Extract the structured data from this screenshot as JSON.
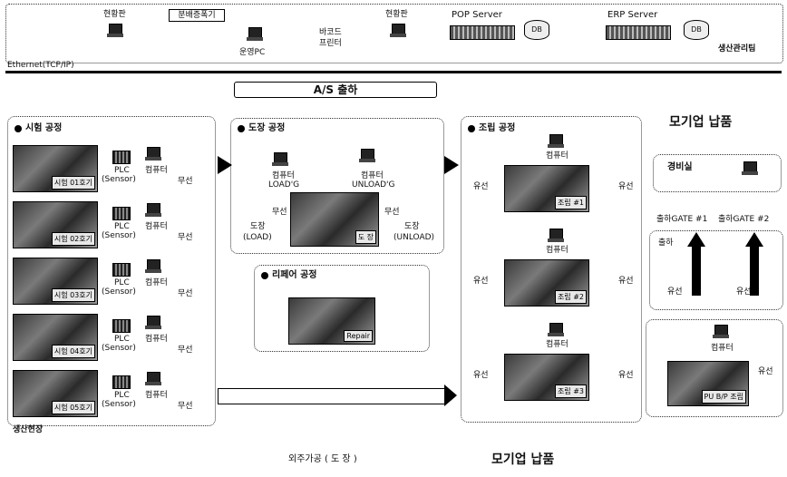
{
  "top": {
    "monitor_left": "현황판",
    "monitor_right": "현황판",
    "distributor": "분배증폭기",
    "operator_pc": "운영PC",
    "barcode": "바코드",
    "printer": "프린터",
    "pop_server": "POP Server",
    "erp_server": "ERP Server",
    "db1": "DB",
    "db2": "DB",
    "mgmt_team": "생산관리팀",
    "ethernet": "Ethernet(TCP/IP)"
  },
  "as_out": "A/S 출하",
  "test_shop": {
    "title": "시험 공정",
    "footer": "생산현장",
    "rows": [
      {
        "machine": "시험 01호기",
        "plc": "PLC",
        "sensor": "(Sensor)",
        "pc": "컴퓨터",
        "wireless": "무선"
      },
      {
        "machine": "시험 02호기",
        "plc": "PLC",
        "sensor": "(Sensor)",
        "pc": "컴퓨터",
        "wireless": "무선"
      },
      {
        "machine": "시험 03호기",
        "plc": "PLC",
        "sensor": "(Sensor)",
        "pc": "컴퓨터",
        "wireless": "무선"
      },
      {
        "machine": "시험 04호기",
        "plc": "PLC",
        "sensor": "(Sensor)",
        "pc": "컴퓨터",
        "wireless": "무선"
      },
      {
        "machine": "시험 05호기",
        "plc": "PLC",
        "sensor": "(Sensor)",
        "pc": "컴퓨터",
        "wireless": "무선"
      }
    ]
  },
  "paint_shop": {
    "title": "도장 공정",
    "pc_load": "컴퓨터",
    "pc_load_sub": "LOAD'G",
    "pc_unload": "컴퓨터",
    "pc_unload_sub": "UNLOAD'G",
    "wireless_l": "무선",
    "wireless_r": "무선",
    "load_label": "도장",
    "load_sub": "(LOAD)",
    "unload_label": "도장",
    "unload_sub": "(UNLOAD)",
    "photo_tag": "도 장"
  },
  "repair_shop": {
    "title": "리페어 공정",
    "photo_tag": "Repair"
  },
  "assembly_shop": {
    "title": "조립 공정",
    "pc": "컴퓨터",
    "wireless": "유선",
    "lines": [
      "조립 #1",
      "조립 #2",
      "조립 #3"
    ]
  },
  "oem": {
    "title": "모기업 납품",
    "guard": "경비실",
    "gate1": "출하GATE #1",
    "gate2": "출하GATE #2",
    "shipping": "출하",
    "wired1": "유선",
    "wired2": "유선",
    "pc": "컴퓨터",
    "wired3": "유선",
    "pu_line": "PU B/P 조립"
  },
  "bottom": {
    "outsource": "외주가공 ( 도 장 )",
    "oem": "모기업 납품"
  }
}
